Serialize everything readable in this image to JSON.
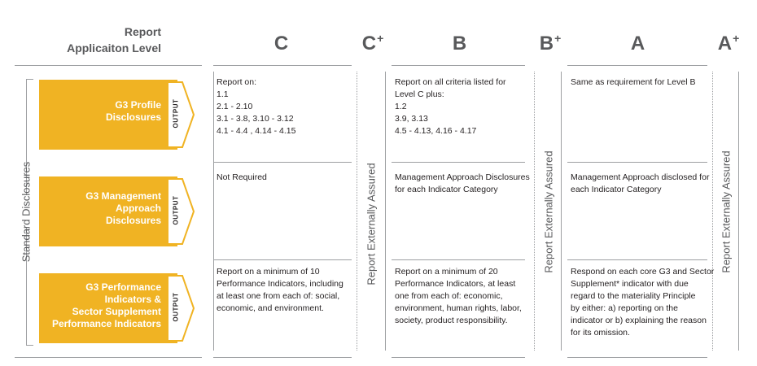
{
  "header": {
    "report_label": "Report",
    "application_level_label": "Applicaiton Level"
  },
  "levels": [
    {
      "letter": "C",
      "plus": ""
    },
    {
      "letter": "C",
      "plus": "+"
    },
    {
      "letter": "B",
      "plus": ""
    },
    {
      "letter": "B",
      "plus": "+"
    },
    {
      "letter": "A",
      "plus": ""
    },
    {
      "letter": "A",
      "plus": "+"
    }
  ],
  "side_label": "Standard Disclosures",
  "assured_label": "Report Externally Assured",
  "rows": [
    {
      "title_lines": [
        "G3 Profile",
        "Disclosures"
      ],
      "output_label": "OUTPUT",
      "c": [
        "Report on:",
        "1.1",
        "2.1 -  2.10",
        "3.1 - 3.8, 3.10 - 3.12",
        "4.1 - 4.4 , 4.14 - 4.15"
      ],
      "b": [
        "Report on all criteria listed for",
        "Level C plus:",
        "1.2",
        "3.9, 3.13",
        "4.5 - 4.13, 4.16 - 4.17"
      ],
      "a": [
        "Same as requirement for Level B"
      ]
    },
    {
      "title_lines": [
        "G3 Management",
        "Approach",
        "Disclosures"
      ],
      "output_label": "OUTPUT",
      "c": [
        "Not Required"
      ],
      "b": [
        "Management Approach Disclosures",
        "for each Indicator Category"
      ],
      "a": [
        "Management Approach disclosed for",
        "each Indicator Category"
      ]
    },
    {
      "title_lines": [
        "G3 Performance",
        "Indicators &",
        "Sector Supplement",
        "Performance Indicators"
      ],
      "output_label": "OUTPUT",
      "c": [
        "Report on a minimum of 10",
        "Performance Indicators, including",
        "at least one from each of: social,",
        "economic, and environment."
      ],
      "b": [
        "Report on a minimum of 20",
        "Performance Indicators, at least",
        "one from each of: economic,",
        "environment, human rights, labor,",
        "society, product responsibility."
      ],
      "a": [
        "Respond on each core G3 and Sector",
        "Supplement* indicator with due",
        "regard to the materiality Principle",
        "by either: a) reporting on the",
        "indicator or b) explaining the reason",
        "for its omission."
      ]
    }
  ],
  "colors": {
    "arrow_fill": "#f0b323",
    "arrow_tab": "#ffffff",
    "lines": "#9d9fa2",
    "header_text": "#58595b"
  }
}
